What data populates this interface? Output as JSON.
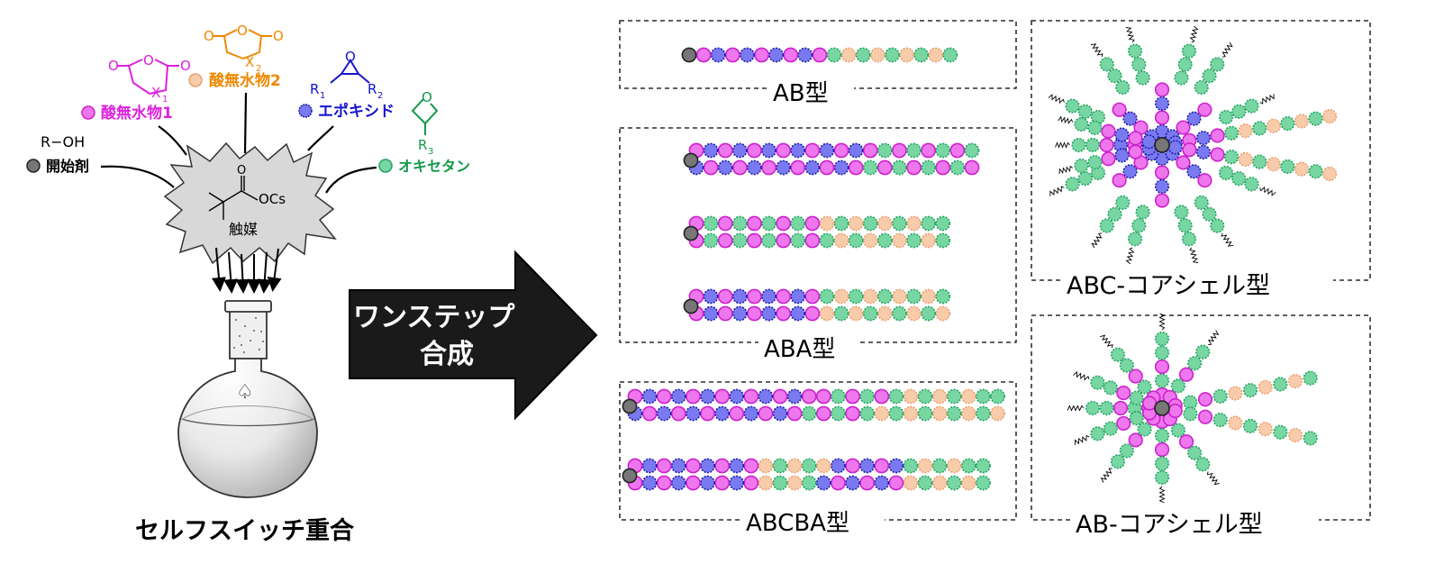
{
  "colors": {
    "pink": "#EE77EE",
    "pink_stroke": "#CC22CC",
    "blue": "#7A7AF0",
    "blue_stroke": "#1C1CAA",
    "peach": "#F8CCAA",
    "peach_stroke": "#E8A070",
    "green": "#77D6A2",
    "green_stroke": "#23A462",
    "gray": "#777777",
    "label_pink": "#DD22DD",
    "label_orange": "#EE8800",
    "label_blue": "#1515CC",
    "label_green": "#11994A"
  },
  "reagents": {
    "initiator": {
      "formula": "R−OH",
      "label": "開始剤"
    },
    "anhydride1": {
      "label": "酸無水物1",
      "x": "X",
      "x_sub": "1",
      "o": "O"
    },
    "anhydride2": {
      "label": "酸無水物2",
      "x": "X",
      "x_sub": "2",
      "o": "O"
    },
    "epoxide": {
      "label": "エポキシド",
      "r1": "R",
      "r1_sub": "1",
      "r2": "R",
      "r2_sub": "2",
      "o": "O"
    },
    "oxetane": {
      "label": "オキセタン",
      "r3": "R",
      "r3_sub": "3",
      "o": "O"
    }
  },
  "catalyst": {
    "o": "O",
    "ocs": "OCs",
    "label": "触媒"
  },
  "process": {
    "label": "セルフスイッチ重合"
  },
  "arrow": {
    "line1": "ワンステップ",
    "line2": "合成"
  },
  "products": {
    "ab": "AB型",
    "aba": "ABA型",
    "abcba": "ABCBA型",
    "abc_core_shell": "ABC-コアシェル型",
    "ab_core_shell": "AB-コアシェル型"
  }
}
